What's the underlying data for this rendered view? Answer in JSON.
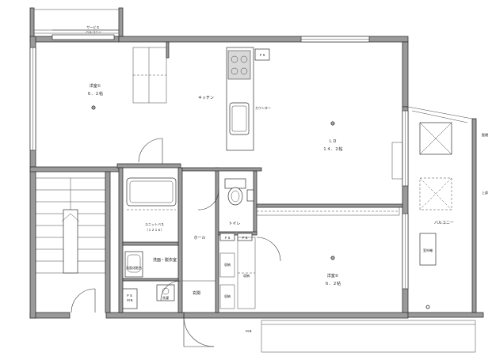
{
  "labels": {
    "service_balcony": "サービス\nバルコニー",
    "western_room_1": "洋室①",
    "western_room_1_size": "6．2帖",
    "kitchen": "キッチン",
    "counter": "カウンター",
    "ld": "ＬＤ",
    "ld_size": "１４．２帖",
    "toilet": "トイレ",
    "hall": "ホール",
    "unit_bath": "ユニットバス",
    "unit_bath_size": "（１２１６）",
    "washroom": "洗面・脱衣室",
    "entrance": "玄関",
    "western_room_2": "洋室②",
    "western_room_2_size": "６．２帖",
    "balcony": "バルコニー",
    "ps_1": "ＰＳ",
    "ps_2": "ＰＳ",
    "ps_3": "ＰＳ",
    "ps_mb": "ＰＳ\nＭＢ",
    "mb": "ＭＢ",
    "storage_1": "収納",
    "storage_2": "収納",
    "storage_3": "収納",
    "washer": "洗濯",
    "washstand": "洗面化粧台",
    "ac_unit": "室外機",
    "upper_note": "上部",
    "side_note": "竪樋"
  }
}
